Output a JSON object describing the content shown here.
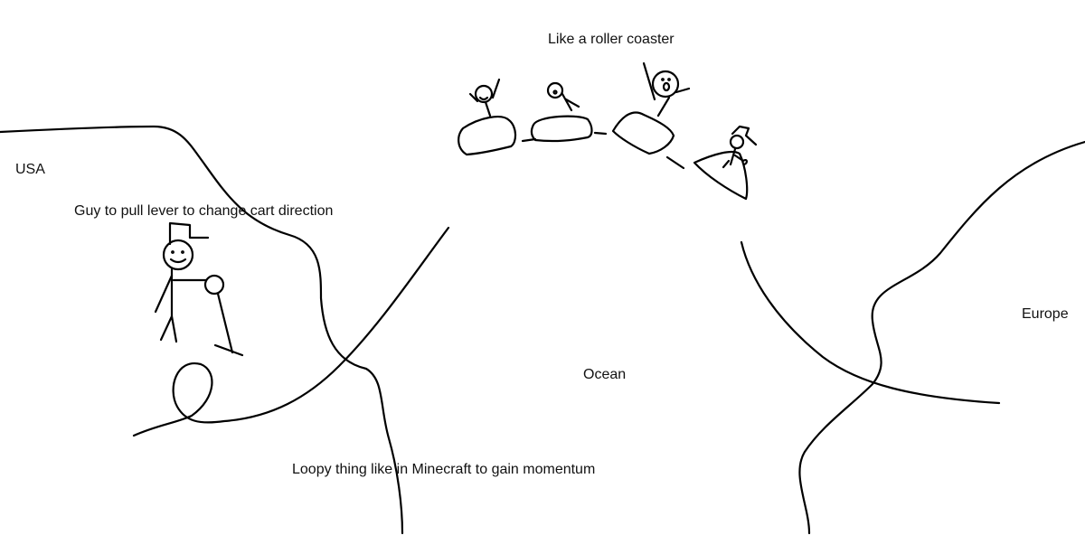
{
  "labels": {
    "coaster": "Like a roller coaster",
    "usa": "USA",
    "lever_guy": "Guy to pull lever to change cart direction",
    "europe": "Europe",
    "ocean": "Ocean",
    "loop": "Loopy thing like in Minecraft to gain momentum"
  },
  "colors": {
    "ink": "#000000",
    "background": "#ffffff"
  }
}
